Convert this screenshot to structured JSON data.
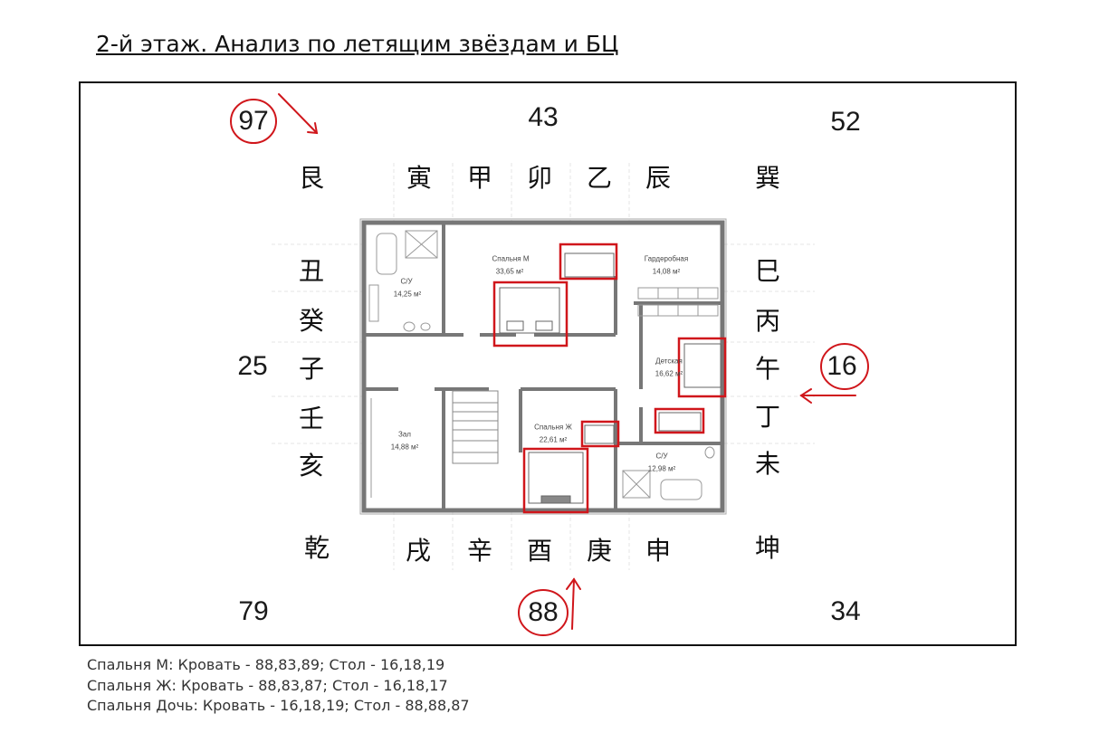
{
  "title": "2-й этаж. Анализ по летящим звёздам и БЦ",
  "stars": {
    "nw": "97",
    "n": "43",
    "ne": "52",
    "w": "25",
    "e": "16",
    "sw": "79",
    "s": "88",
    "se": "34"
  },
  "mountains": {
    "top": [
      "艮",
      "寅",
      "甲",
      "卯",
      "乙",
      "辰",
      "巽"
    ],
    "left": [
      "丑",
      "癸",
      "子",
      "壬",
      "亥"
    ],
    "right": [
      "巳",
      "丙",
      "午",
      "丁",
      "未"
    ],
    "bottom": [
      "乾",
      "戌",
      "辛",
      "酉",
      "庚",
      "申",
      "坤"
    ]
  },
  "rooms": {
    "master_bedroom": "Спальня М",
    "master_bedroom_area": "33,65 м²",
    "bath1": "С/У",
    "bath1_area": "14,25 м²",
    "wardrobe": "Гардеробная",
    "wardrobe_area": "14,08 м²",
    "kids": "Детская",
    "kids_area": "16,62 м²",
    "hall": "Зал",
    "hall_area": "14,88 м²",
    "wife_bedroom": "Спальня Ж",
    "wife_bedroom_area": "22,61 м²",
    "bath2": "С/У",
    "bath2_area": "12,98 м²"
  },
  "notes": [
    "Спальня М: Кровать - 88,83,89;  Стол - 16,18,19",
    "Спальня Ж: Кровать - 88,83,87; Стол - 16,18,17",
    "Спальня Дочь: Кровать - 16,18,19;  Стол - 88,88,87"
  ],
  "colors": {
    "highlight": "#d0161b",
    "walls": "#7a7a7a",
    "text": "#111111"
  }
}
